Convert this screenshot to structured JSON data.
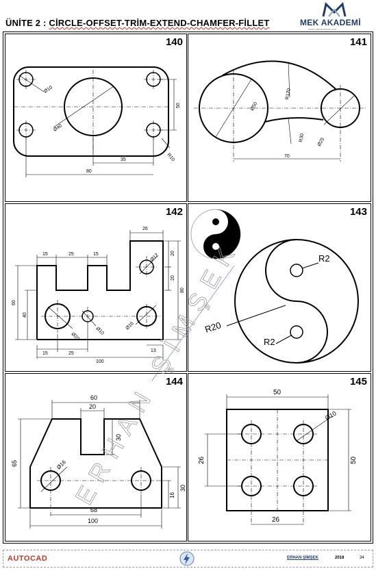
{
  "header": {
    "title_prefix": "ÜNİTE 2 : ",
    "title_main": "CİRCLE-OFFSET-TRİM-EXTEND-CHAMFER-FİLLET",
    "logo_text": "MEK AKADEMİ",
    "logo_sub": "www.mekakademi.com"
  },
  "exercises": [
    {
      "number": "140",
      "dims": {
        "d1": "Ø10",
        "d2": "Ø40",
        "d3": "50",
        "d4": "R10",
        "d5": "35",
        "d6": "80"
      }
    },
    {
      "number": "141",
      "dims": {
        "d1": "Ø50",
        "d2": "R120",
        "d3": "R30",
        "d4": "Ø25",
        "d5": "70"
      }
    },
    {
      "number": "142",
      "dims": {
        "d1": "26",
        "d2": "15",
        "d3": "25",
        "d4": "15",
        "d5": "Ø12",
        "d6": "20",
        "d7": "20",
        "d8": "60",
        "d9": "40",
        "d10": "80",
        "d11": "Ø20",
        "d12": "Ø10",
        "d13": "Ø16",
        "d14": "13",
        "d15": "15",
        "d16": "25",
        "d17": "100"
      }
    },
    {
      "number": "143",
      "dims": {
        "d1": "R2",
        "d2": "R20",
        "d3": "R2"
      }
    },
    {
      "number": "144",
      "dims": {
        "d1": "60",
        "d2": "20",
        "d3": "30",
        "d4": "65",
        "d5": "Ø16",
        "d6": "30",
        "d7": "16",
        "d8": "68",
        "d9": "100"
      }
    },
    {
      "number": "145",
      "dims": {
        "d1": "50",
        "d2": "Ø10",
        "d3": "26",
        "d4": "50",
        "d5": "26"
      }
    }
  ],
  "footer": {
    "brand": "AUTOCAD",
    "author": "ERHAN ŞİMŞEK",
    "year": "2018",
    "page": "34"
  },
  "watermark": "ERHAN ŞİMŞEK",
  "colors": {
    "logo": "#1f3b66",
    "autocad": "#c0392b",
    "wavy": "#cc3333"
  }
}
